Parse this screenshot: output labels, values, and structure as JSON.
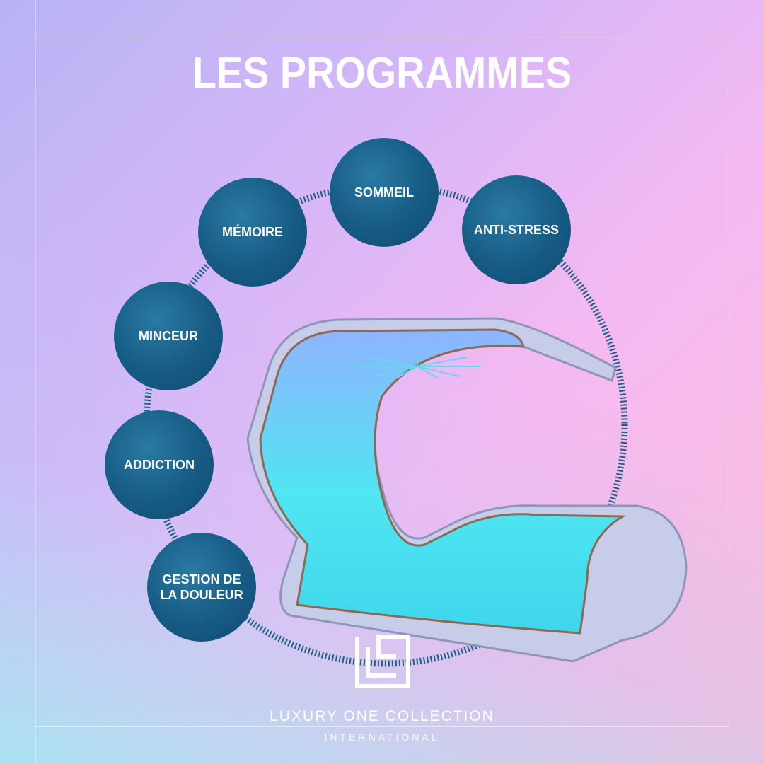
{
  "title": "LES PROGRAMMES",
  "programs": [
    {
      "label": "SOMMEIL"
    },
    {
      "label": "ANTI-STRESS"
    },
    {
      "label": "MÉMOIRE"
    },
    {
      "label": "MINCEUR"
    },
    {
      "label": "ADDICTION"
    },
    {
      "label": "GESTION DE LA DOULEUR"
    }
  ],
  "brand": {
    "name": "LUXURY ONE COLLECTION",
    "subtitle": "INTERNATIONAL"
  },
  "colors": {
    "bubble": "#165b84",
    "glow": "#5ff0f0",
    "shell": "#c9d0ea"
  }
}
